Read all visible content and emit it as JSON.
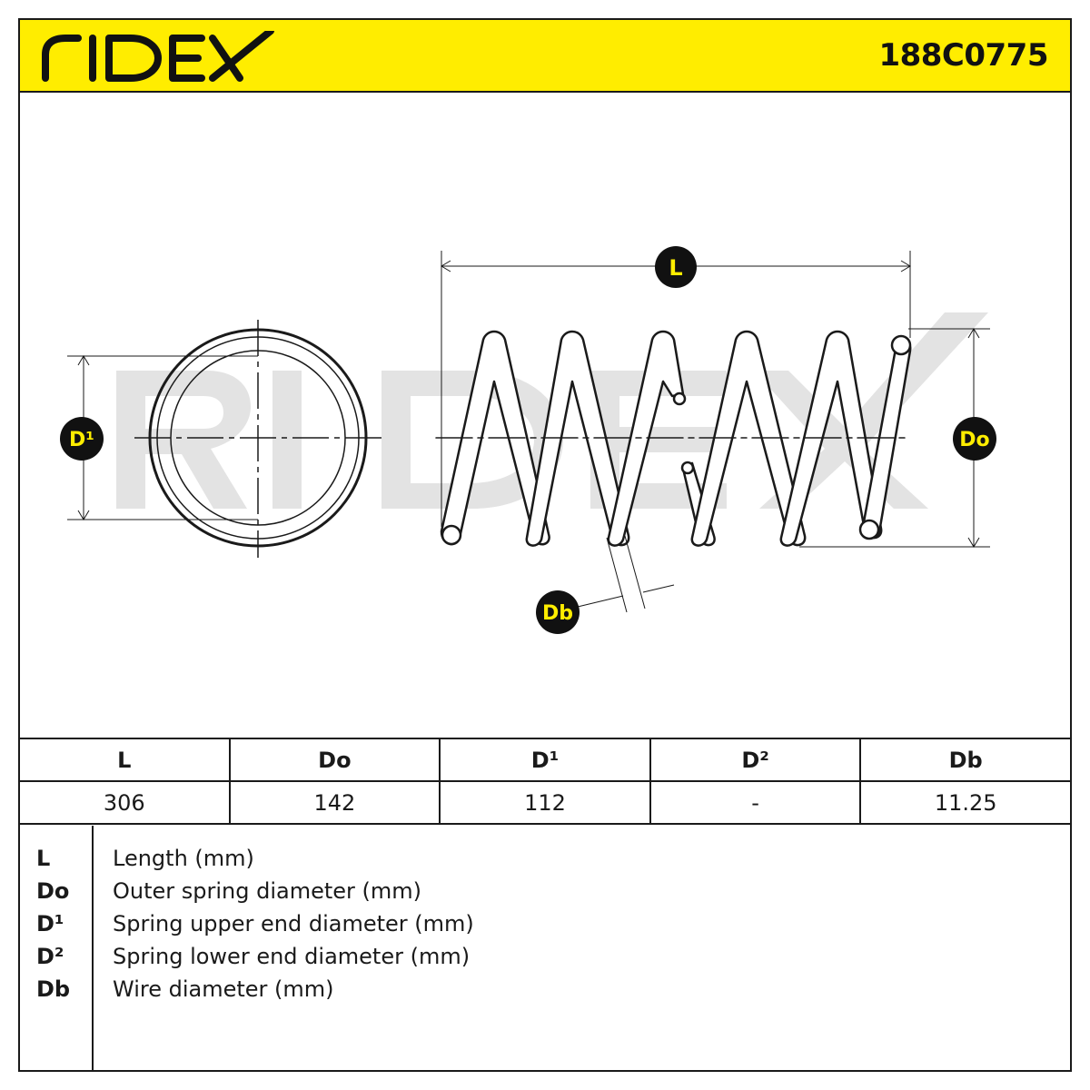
{
  "brand": {
    "logo_text": "RIDEX"
  },
  "header": {
    "part_number": "188C0775"
  },
  "watermark": {
    "text": "RIDEX"
  },
  "drawing": {
    "labels": {
      "length": "L",
      "outer_diameter": "Do",
      "upper_end_diameter": "D¹",
      "wire_diameter": "Db"
    }
  },
  "spec_table": {
    "headers": [
      "L",
      "Do",
      "D¹",
      "D²",
      "Db"
    ],
    "values": [
      "306",
      "142",
      "112",
      "-",
      "11.25"
    ]
  },
  "legend": [
    {
      "key": "L",
      "text": "Length (mm)"
    },
    {
      "key": "Do",
      "text": "Outer spring diameter (mm)"
    },
    {
      "key": "D¹",
      "text": "Spring upper end diameter (mm)"
    },
    {
      "key": "D²",
      "text": "Spring lower end diameter (mm)"
    },
    {
      "key": "Db",
      "text": "Wire diameter (mm)"
    }
  ],
  "colors": {
    "accent_yellow": "#ffed00",
    "line": "#1a1a1a",
    "watermark": "#e3e3e3"
  }
}
